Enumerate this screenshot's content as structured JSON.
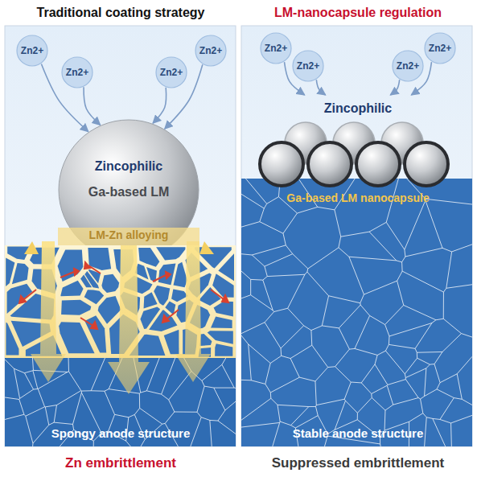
{
  "diagram": {
    "nodes": [
      {
        "text": [
          "Zn2+"
        ]
      },
      {
        "text": [
          "Zn2+"
        ]
      },
      {
        "text": [
          "Zn2+"
        ]
      },
      {
        "text": [
          "Zn2+"
        ]
      },
      {
        "text": [
          "Zincophilic",
          "Ga-based LM",
          "LM-Zn alloying"
        ]
      },
      {
        "text": [
          "Zn2+"
        ]
      },
      {
        "text": [
          "Zn2+"
        ]
      },
      {
        "text": [
          "Zn2+"
        ]
      },
      {
        "text": [
          "Zn2+"
        ]
      },
      {
        "text": [
          "Zincophilic"
        ]
      }
    ],
    "edges": [
      {
        "from": 0,
        "to": 4,
        "arrow": "to"
      },
      {
        "from": 1,
        "to": 4,
        "arrow": "to"
      },
      {
        "from": 2,
        "to": 4,
        "arrow": "to"
      },
      {
        "from": 3,
        "to": 4,
        "arrow": "to"
      },
      {
        "from": 5,
        "to": 9,
        "arrow": "to"
      },
      {
        "from": 6,
        "to": 9,
        "arrow": "to"
      },
      {
        "from": 7,
        "to": 9,
        "arrow": "to"
      },
      {
        "from": 8,
        "to": 9,
        "arrow": "to"
      }
    ],
    "labels": [
      "Traditional coating strategy",
      "LM-nanocapsule regulation",
      "Ga-based LM nanocapsule",
      "Spongy anode structure",
      "Stable anode structure",
      "Zn embrittlement",
      "Suppressed embrittlement"
    ]
  }
}
